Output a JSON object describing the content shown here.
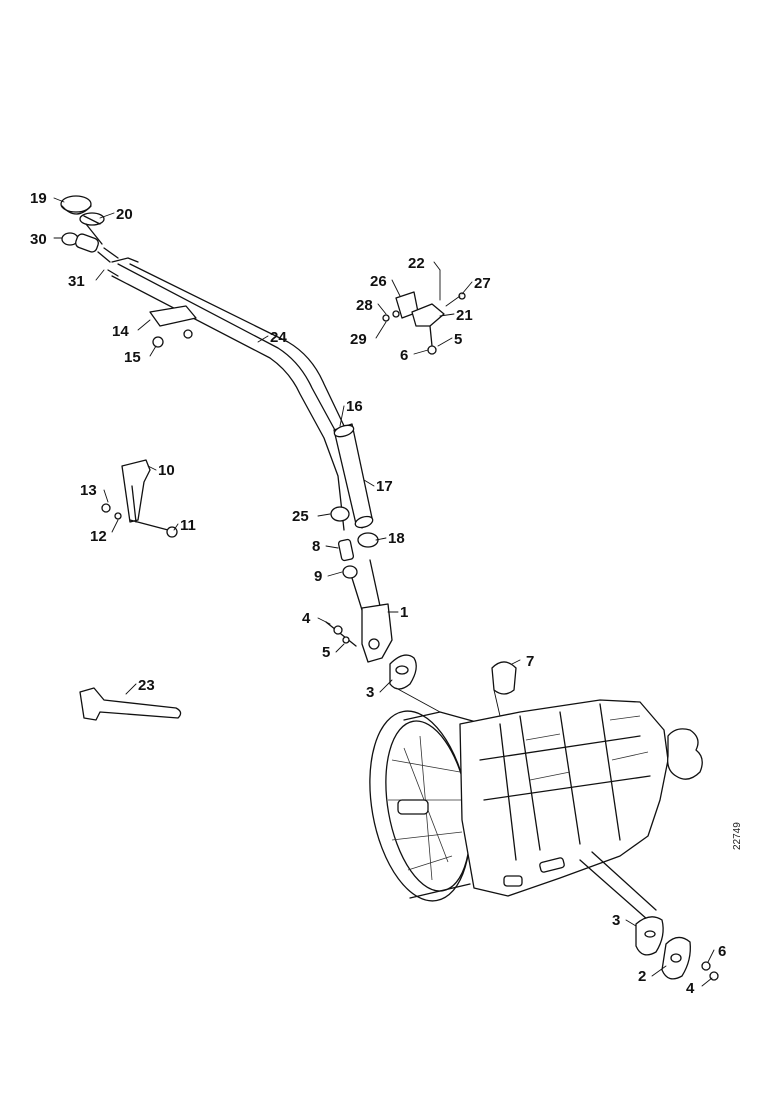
{
  "diagram": {
    "code": "22749",
    "part_labels": [
      {
        "id": "label-19",
        "text": "19"
      },
      {
        "id": "label-20",
        "text": "20"
      },
      {
        "id": "label-30",
        "text": "30"
      },
      {
        "id": "label-31",
        "text": "31"
      },
      {
        "id": "label-14",
        "text": "14"
      },
      {
        "id": "label-15",
        "text": "15"
      },
      {
        "id": "label-24",
        "text": "24"
      },
      {
        "id": "label-22",
        "text": "22"
      },
      {
        "id": "label-26",
        "text": "26"
      },
      {
        "id": "label-27",
        "text": "27"
      },
      {
        "id": "label-28",
        "text": "28"
      },
      {
        "id": "label-21",
        "text": "21"
      },
      {
        "id": "label-29",
        "text": "29"
      },
      {
        "id": "label-5a",
        "text": "5"
      },
      {
        "id": "label-6a",
        "text": "6"
      },
      {
        "id": "label-16",
        "text": "16"
      },
      {
        "id": "label-10",
        "text": "10"
      },
      {
        "id": "label-13",
        "text": "13"
      },
      {
        "id": "label-17",
        "text": "17"
      },
      {
        "id": "label-25",
        "text": "25"
      },
      {
        "id": "label-11",
        "text": "11"
      },
      {
        "id": "label-12",
        "text": "12"
      },
      {
        "id": "label-18",
        "text": "18"
      },
      {
        "id": "label-8",
        "text": "8"
      },
      {
        "id": "label-9",
        "text": "9"
      },
      {
        "id": "label-4a",
        "text": "4"
      },
      {
        "id": "label-1",
        "text": "1"
      },
      {
        "id": "label-5b",
        "text": "5"
      },
      {
        "id": "label-7",
        "text": "7"
      },
      {
        "id": "label-3a",
        "text": "3"
      },
      {
        "id": "label-23",
        "text": "23"
      },
      {
        "id": "label-3b",
        "text": "3"
      },
      {
        "id": "label-6b",
        "text": "6"
      },
      {
        "id": "label-2",
        "text": "2"
      },
      {
        "id": "label-4b",
        "text": "4"
      }
    ]
  }
}
